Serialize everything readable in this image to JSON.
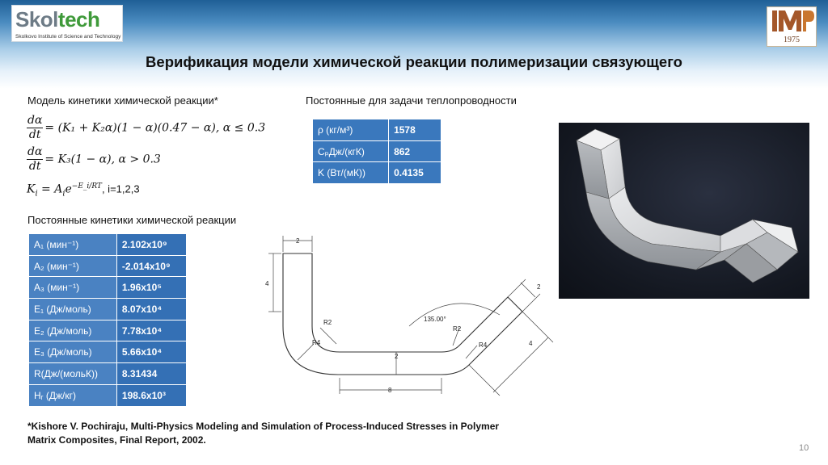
{
  "logos": {
    "left_word_a": "Skol",
    "left_word_b": "tech",
    "left_sub": "Skolkovo Institute of Science and Technology",
    "right_year": "1975",
    "colors": {
      "sk_grey": "#6d7b86",
      "tech_green": "#3f9a3a",
      "header_blue": "#1f5f96"
    }
  },
  "title": "Верификация модели химической реакции полимеризации связующего",
  "kinetics_model": {
    "heading": "Модель кинетики химической реакции*",
    "f1_num": "dα",
    "f1_den": "dt",
    "f1_rhs": "= (K₁ + K₂α)(1 − α)(0.47 − α), α ≤ 0.3",
    "f2_num": "dα",
    "f2_den": "dt",
    "f2_rhs": "=  K₃(1 − α), α > 0.3",
    "f3_lhs": "K",
    "f3_sub": "i",
    "f3_mid": " = A",
    "f3_sub2": "i",
    "f3_e": "e",
    "f3_exp": "−E_i/RT",
    "f3_tail": ", i=1,2,3"
  },
  "thermal": {
    "heading": "Постоянные для задачи теплопроводности",
    "rows": [
      {
        "key": "ρ (кг/м³)",
        "value": "1578"
      },
      {
        "key": "CₚДж/(кгК)",
        "value": "862"
      },
      {
        "key": "K (Вт/(мК))",
        "value": "0.4135"
      }
    ]
  },
  "kinetic_consts": {
    "heading": "Постоянные кинетики химической реакции",
    "rows": [
      {
        "key": "A₁ (мин⁻¹)",
        "value": "2.102x10⁹"
      },
      {
        "key": "A₂ (мин⁻¹)",
        "value": "-2.014x10⁹"
      },
      {
        "key": "A₃ (мин⁻¹)",
        "value": "1.96x10⁵"
      },
      {
        "key": "E₁ (Дж/моль)",
        "value": "8.07x10⁴"
      },
      {
        "key": "E₂ (Дж/моль)",
        "value": "7.78x10⁴"
      },
      {
        "key": "E₃ (Дж/моль)",
        "value": "5.66x10⁴"
      },
      {
        "key": "R(Дж/(мольК))",
        "value": "8.31434"
      },
      {
        "key": "Hᵣ (Дж/кг)",
        "value": "198.6x10³"
      }
    ]
  },
  "drawing_labels": {
    "d_top": "2",
    "d_left": "4",
    "r2_left": "R2",
    "r4_left": "R4",
    "angle": "135.00°",
    "r2_right": "R2",
    "r4_right": "R4",
    "d_thick": "2",
    "d_bottom": "8",
    "d_right_2": "2",
    "d_right_4": "4"
  },
  "footnote": {
    "line1": "*Kishore V. Pochiraju, Multi-Physics Modeling and Simulation of Process-Induced Stresses in Polymer",
    "line2": "Matrix Composites, Final Report, 2002."
  },
  "page_number": "10"
}
